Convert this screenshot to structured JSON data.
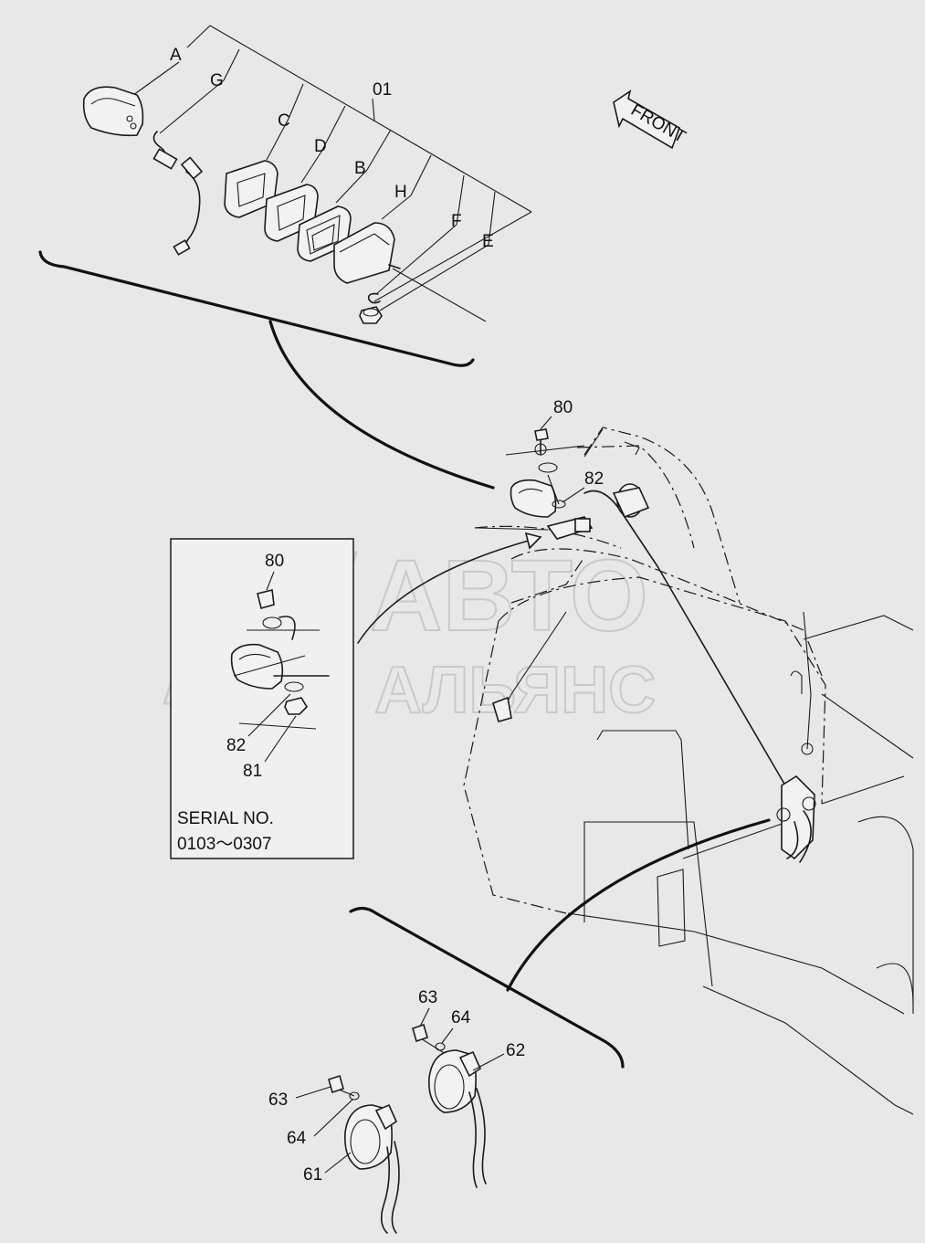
{
  "callouts_top": {
    "A": "A",
    "G": "G",
    "C": "C",
    "D": "D",
    "O1": "01",
    "B": "B",
    "H": "H",
    "F": "F",
    "E": "E"
  },
  "callouts_main": {
    "p80": "80",
    "p82": "82"
  },
  "inset": {
    "p80": "80",
    "p82": "82",
    "p81": "81",
    "serial_label": "SERIAL NO.",
    "serial_range": "0103～0307"
  },
  "callouts_bottom": {
    "p63a": "63",
    "p64a": "64",
    "p62": "62",
    "p63b": "63",
    "p64b": "64",
    "p61": "61"
  },
  "front_arrow_label": "FRONT",
  "watermark": {
    "line1": "АВТО",
    "line2": "АЛЬЯНС"
  }
}
